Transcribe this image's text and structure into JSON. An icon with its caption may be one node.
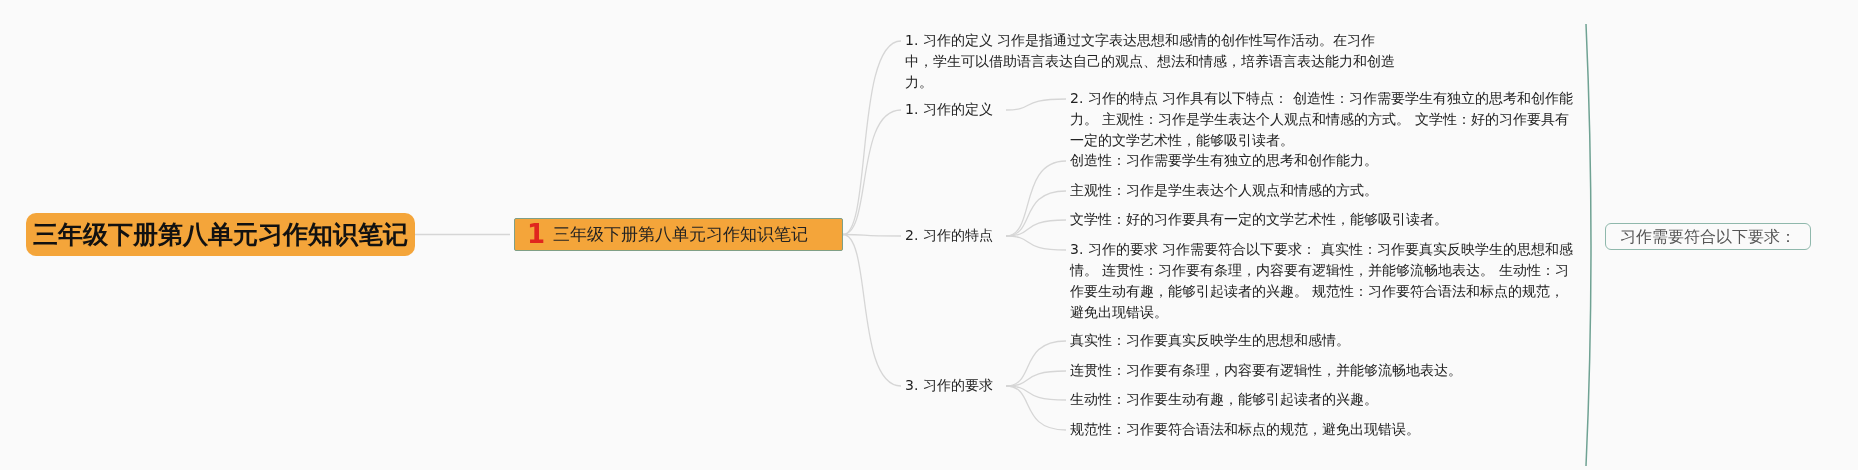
{
  "diagram": {
    "nodes": [
      {
        "text": [
          "三年级下册第八单元习作知识笔记"
        ]
      },
      {
        "text": [
          "1",
          "三年级下册第八单元习作知识笔记"
        ]
      },
      {
        "text": [
          "1. 习作的定义 习作是指通过文字表达思想和感情的创作性写作活动。在习作中，学生可以借助语言表达自己的观点、想法和情感，培养语言表达能力和创造力。"
        ]
      },
      {
        "text": [
          "1. 习作的定义"
        ]
      },
      {
        "text": [
          "2. 习作的特点 习作具有以下特点： 创造性：习作需要学生有独立的思考和创作能力。 主观性：习作是学生表达个人观点和情感的方式。 文学性：好的习作要具有一定的文学艺术性，能够吸引读者。"
        ]
      },
      {
        "text": [
          "2. 习作的特点"
        ]
      },
      {
        "text": [
          "创造性：习作需要学生有独立的思考和创作能力。"
        ]
      },
      {
        "text": [
          "主观性：习作是学生表达个人观点和情感的方式。"
        ]
      },
      {
        "text": [
          "文学性：好的习作要具有一定的文学艺术性，能够吸引读者。"
        ]
      },
      {
        "text": [
          "3. 习作的要求 习作需要符合以下要求： 真实性：习作要真实反映学生的思想和感情。 连贯性：习作要有条理，内容要有逻辑性，并能够流畅地表达。 生动性：习作要生动有趣，能够引起读者的兴趣。 规范性：习作要符合语法和标点的规范，避免出现错误。"
        ]
      },
      {
        "text": [
          "3. 习作的要求"
        ]
      },
      {
        "text": [
          "真实性：习作要真实反映学生的思想和感情。"
        ]
      },
      {
        "text": [
          "连贯性：习作要有条理，内容要有逻辑性，并能够流畅地表达。"
        ]
      },
      {
        "text": [
          "生动性：习作要生动有趣，能够引起读者的兴趣。"
        ]
      },
      {
        "text": [
          "规范性：习作要符合语法和标点的规范，避免出现错误。"
        ]
      },
      {
        "text": [
          "习作需要符合以下要求："
        ]
      }
    ],
    "edges": [
      {
        "from": 0,
        "to": 1,
        "arrow": "none"
      },
      {
        "from": 1,
        "to": 2,
        "arrow": "none"
      },
      {
        "from": 1,
        "to": 3,
        "arrow": "none"
      },
      {
        "from": 3,
        "to": 4,
        "arrow": "none"
      },
      {
        "from": 1,
        "to": 5,
        "arrow": "none"
      },
      {
        "from": 5,
        "to": 6,
        "arrow": "none"
      },
      {
        "from": 5,
        "to": 7,
        "arrow": "none"
      },
      {
        "from": 5,
        "to": 8,
        "arrow": "none"
      },
      {
        "from": 5,
        "to": 9,
        "arrow": "none"
      },
      {
        "from": 1,
        "to": 10,
        "arrow": "none"
      },
      {
        "from": 10,
        "to": 11,
        "arrow": "none"
      },
      {
        "from": 10,
        "to": 12,
        "arrow": "none"
      },
      {
        "from": 10,
        "to": 13,
        "arrow": "none"
      },
      {
        "from": 10,
        "to": 14,
        "arrow": "none"
      }
    ]
  }
}
